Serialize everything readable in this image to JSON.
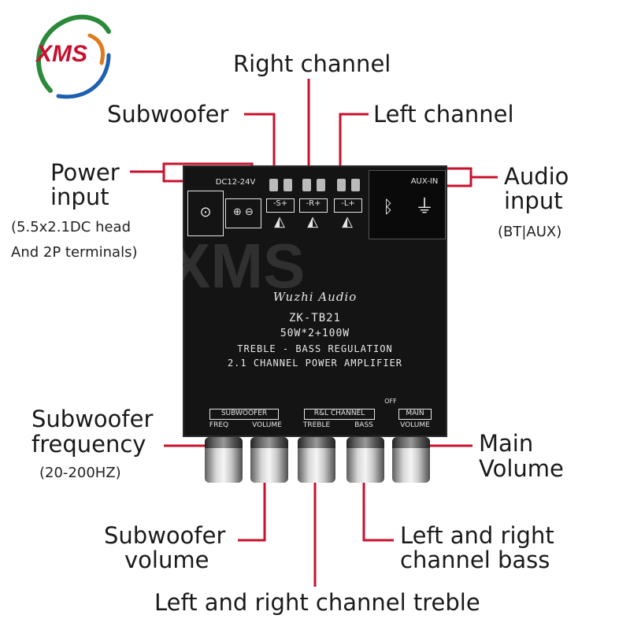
{
  "logo": {
    "text": "XMS"
  },
  "watermark": {
    "text": "XMS"
  },
  "callouts": {
    "right_channel": "Right channel",
    "subwoofer": "Subwoofer",
    "left_channel": "Left channel",
    "power_input_line1": "Power",
    "power_input_line2": "input",
    "power_input_note1": "(5.5x2.1DC head",
    "power_input_note2": "And 2P terminals)",
    "audio_input_line1": "Audio",
    "audio_input_line2": "input",
    "audio_input_note": "(BT|AUX)",
    "sub_freq_line1": "Subwoofer",
    "sub_freq_line2": "frequency",
    "sub_freq_note": "(20-200HZ)",
    "main_volume_line1": "Main",
    "main_volume_line2": "Volume",
    "sub_volume_line1": "Subwoofer",
    "sub_volume_line2": "volume",
    "lr_bass_line1": "Left and right",
    "lr_bass_line2": "channel bass",
    "lr_treble": "Left and right channel treble"
  },
  "board": {
    "brand": "Wuzhi Audio",
    "model": "ZK-TB21",
    "power": "50W*2+100W",
    "feature": "TREBLE - BASS REGULATION",
    "description": "2.1 CHANNEL POWER AMPLIFIER",
    "dc_label": "DC12-24V",
    "aux_label": "AUX-IN",
    "sub_terminal": "-S+",
    "right_terminal": "-R+",
    "left_terminal": "-L+",
    "group_subwoofer": "SUBWOOFER",
    "group_rl": "R&L CHANNEL",
    "group_main": "MAIN",
    "knob_freq": "FREQ",
    "knob_volume": "VOLUME",
    "knob_treble": "TREBLE",
    "knob_bass": "BASS",
    "knob_main_volume": "VOLUME",
    "off_label": "OFF"
  },
  "colors": {
    "callout_line": "#c8102e",
    "board": "#141414",
    "silkscreen": "#e6e6e6"
  }
}
